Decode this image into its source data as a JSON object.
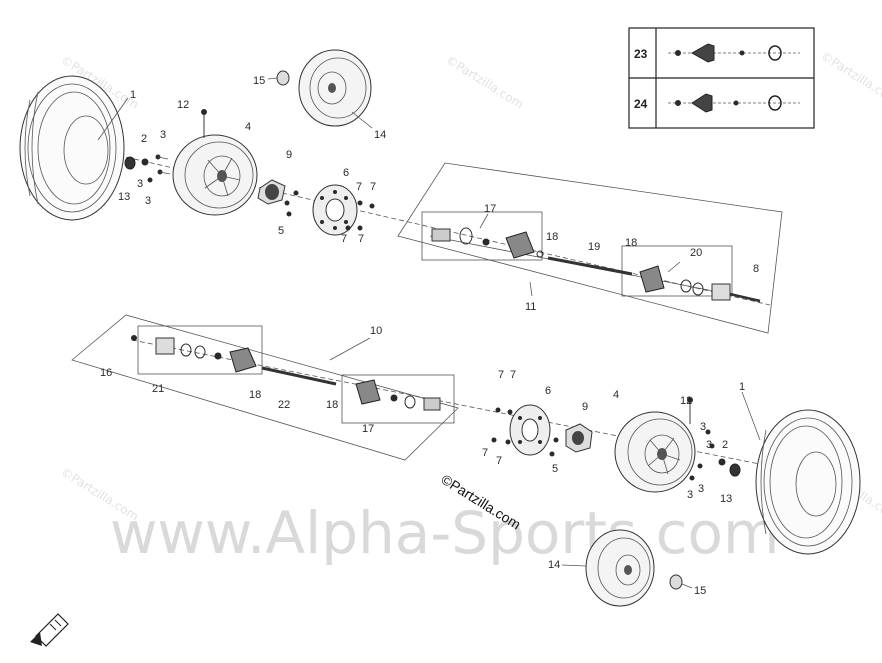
{
  "watermark": {
    "site": "www.Alpha-Sports.com",
    "copyright": "©Partzilla.com",
    "faint": "©Partzilla.com"
  },
  "legend_box": {
    "rows": [
      {
        "num": "23"
      },
      {
        "num": "24"
      }
    ]
  },
  "callouts": {
    "top": {
      "tire": "1",
      "spacer": "2",
      "bolt_a": "3",
      "bolt_b": "3",
      "bolt_c": "3",
      "rim": "4",
      "bolt_5": "5",
      "disc": "6",
      "stud_a": "7",
      "stud_b": "7",
      "stud_c": "7",
      "stud_d": "7",
      "nut": "8",
      "hub": "9",
      "shaft_assy": "11",
      "valve": "12",
      "washer": "13",
      "spare_rim": "14",
      "cap": "15",
      "boot_kit": "17",
      "clip_a": "18",
      "clip_b": "18",
      "shaft": "19",
      "boot_kit_20": "20"
    },
    "bottom": {
      "tire": "1",
      "spacer": "2",
      "bolt_a": "3",
      "bolt_b": "3",
      "bolt_c": "3",
      "bolt_d": "3",
      "rim": "4",
      "bolt_5": "5",
      "disc": "6",
      "stud_a": "7",
      "stud_b": "7",
      "stud_c": "7",
      "stud_d": "7",
      "hub": "9",
      "shaft_assy": "10",
      "valve": "12",
      "washer": "13",
      "spare_rim": "14",
      "cap": "15",
      "end": "16",
      "boot_kit": "17",
      "clip_a": "18",
      "clip_b": "18",
      "boot_kit_21": "21",
      "shaft": "22"
    }
  }
}
